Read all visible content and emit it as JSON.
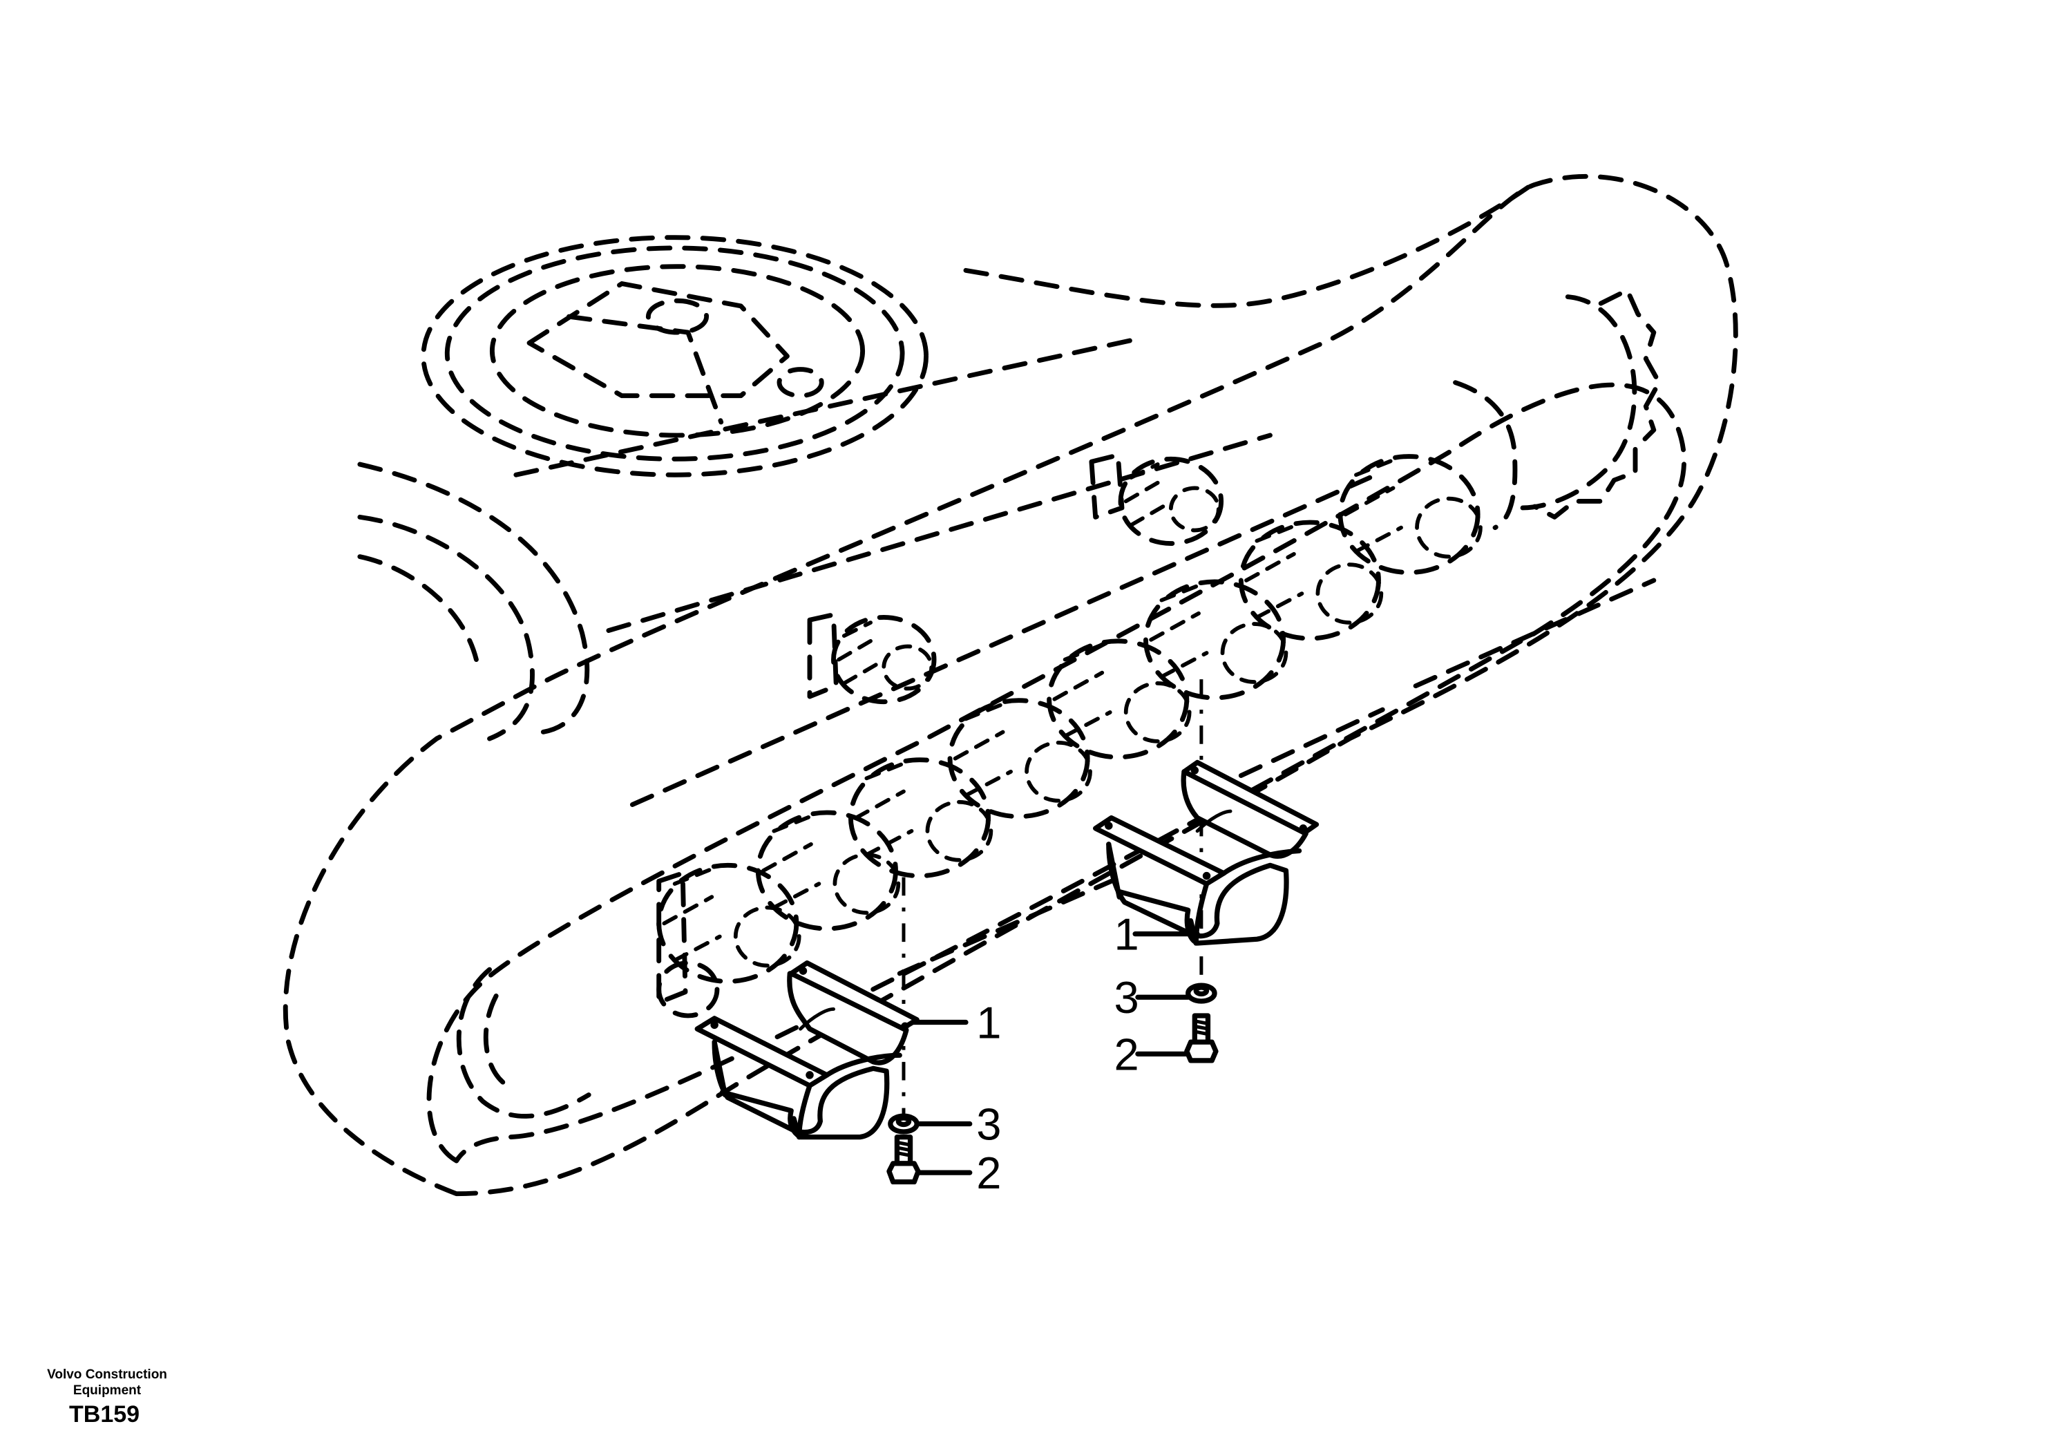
{
  "figure": {
    "brand_line1": "Volvo Construction",
    "brand_line2": "Equipment",
    "drawing_code": "TB159"
  },
  "callouts": [
    {
      "id": "left-guard",
      "label": "1"
    },
    {
      "id": "left-washer",
      "label": "3"
    },
    {
      "id": "left-bolt",
      "label": "2"
    },
    {
      "id": "right-guard",
      "label": "1"
    },
    {
      "id": "right-washer",
      "label": "3"
    },
    {
      "id": "right-bolt",
      "label": "2"
    }
  ],
  "parts": [
    {
      "number": "1",
      "icon": "track-guard-icon"
    },
    {
      "number": "2",
      "icon": "hex-bolt-icon"
    },
    {
      "number": "3",
      "icon": "washer-icon"
    }
  ]
}
